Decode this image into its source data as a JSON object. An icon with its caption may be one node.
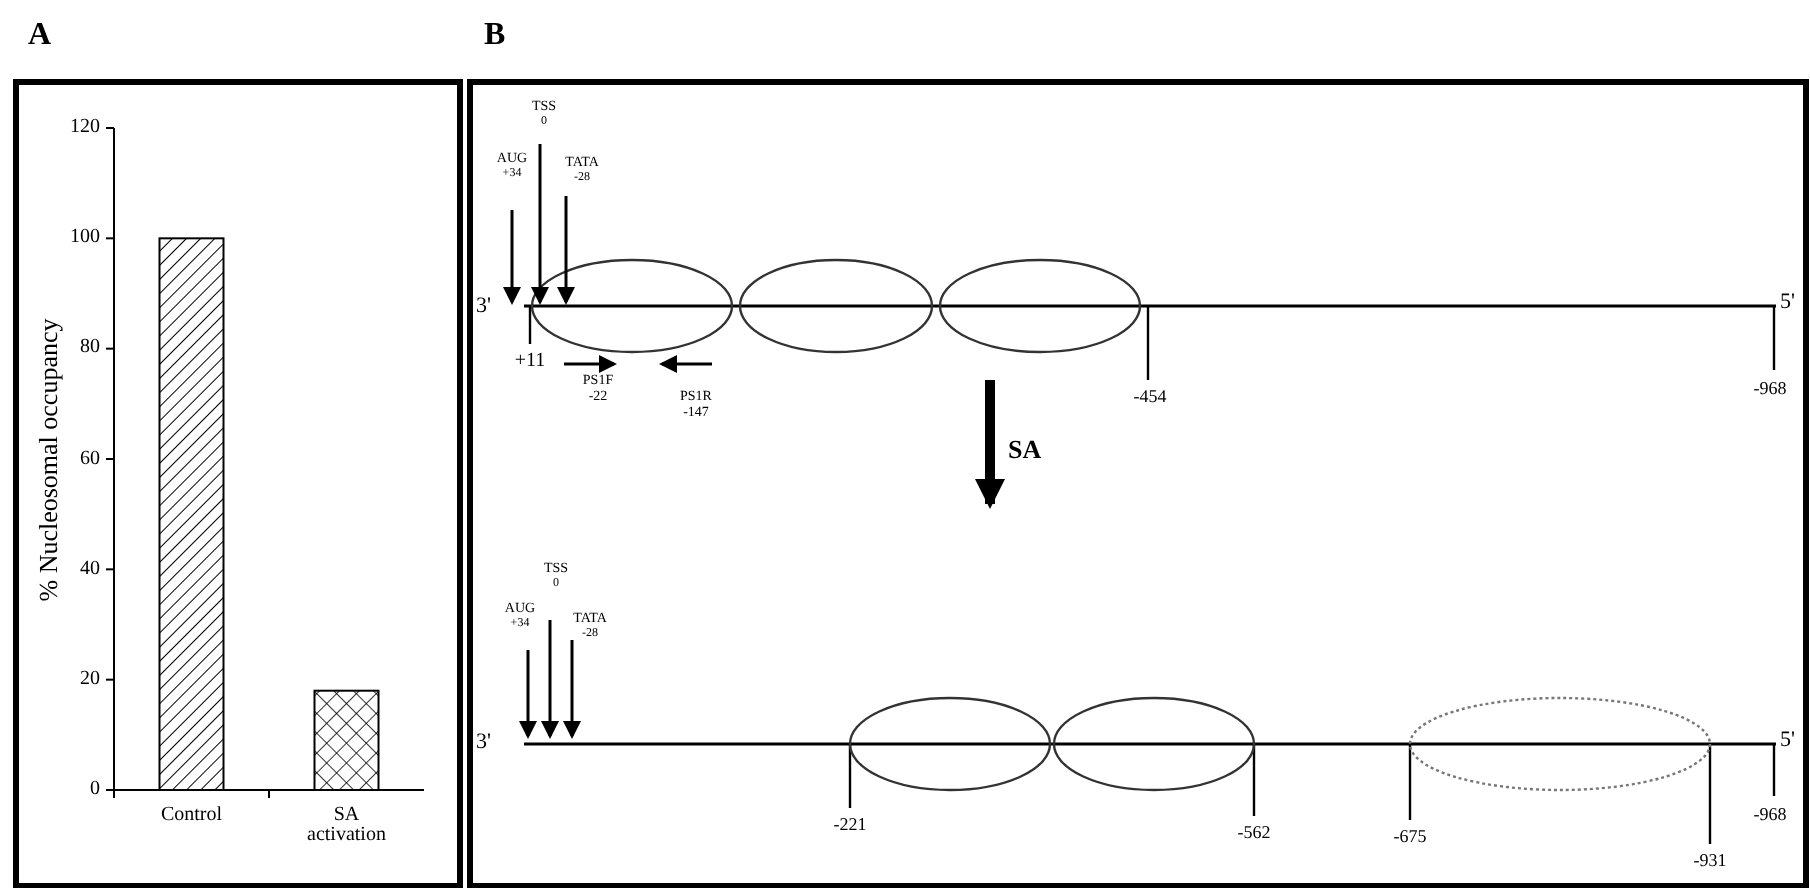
{
  "diagram": {
    "nodes": [
      {
        "text": [
          "AUG",
          "+34"
        ]
      },
      {
        "text": [
          "TSS",
          "0"
        ]
      },
      {
        "text": [
          "TATA",
          "-28"
        ]
      },
      {
        "text": [],
        "shape": "ellipse"
      },
      {
        "text": [],
        "shape": "ellipse"
      },
      {
        "text": [],
        "shape": "ellipse"
      },
      {
        "text": [
          "AUG",
          "+34"
        ]
      },
      {
        "text": [
          "TSS",
          "0"
        ]
      },
      {
        "text": [
          "TATA",
          "-28"
        ]
      },
      {
        "text": [],
        "shape": "ellipse"
      },
      {
        "text": [],
        "shape": "ellipse"
      },
      {
        "text": [],
        "shape": "ellipse"
      }
    ],
    "edges": [
      {
        "from": 0,
        "to": 3,
        "arrow": "to"
      },
      {
        "from": 1,
        "to": 3,
        "arrow": "to"
      },
      {
        "from": 2,
        "to": 3,
        "arrow": "to"
      },
      {
        "from": 6,
        "to": null,
        "arrow": "to"
      },
      {
        "from": 7,
        "to": null,
        "arrow": "to"
      },
      {
        "from": 8,
        "to": null,
        "arrow": "to"
      }
    ],
    "labels": [
      "A",
      "B",
      "3'",
      "+11",
      "PS1F",
      "-22",
      "PS1R",
      "-147",
      "-454",
      "5'",
      "-968",
      "SA",
      "3'",
      "-221",
      "-562",
      "-675",
      "-931",
      "5'",
      "-968"
    ],
    "chart_data": {
      "type": "bar",
      "ylabel": "% Nucleosomal occupancy",
      "categories": [
        "Control",
        "SA activation"
      ],
      "values": [
        100,
        18
      ],
      "ylim": [
        0,
        120
      ],
      "yticks": [
        0,
        20,
        40,
        60,
        80,
        100,
        120
      ]
    }
  }
}
